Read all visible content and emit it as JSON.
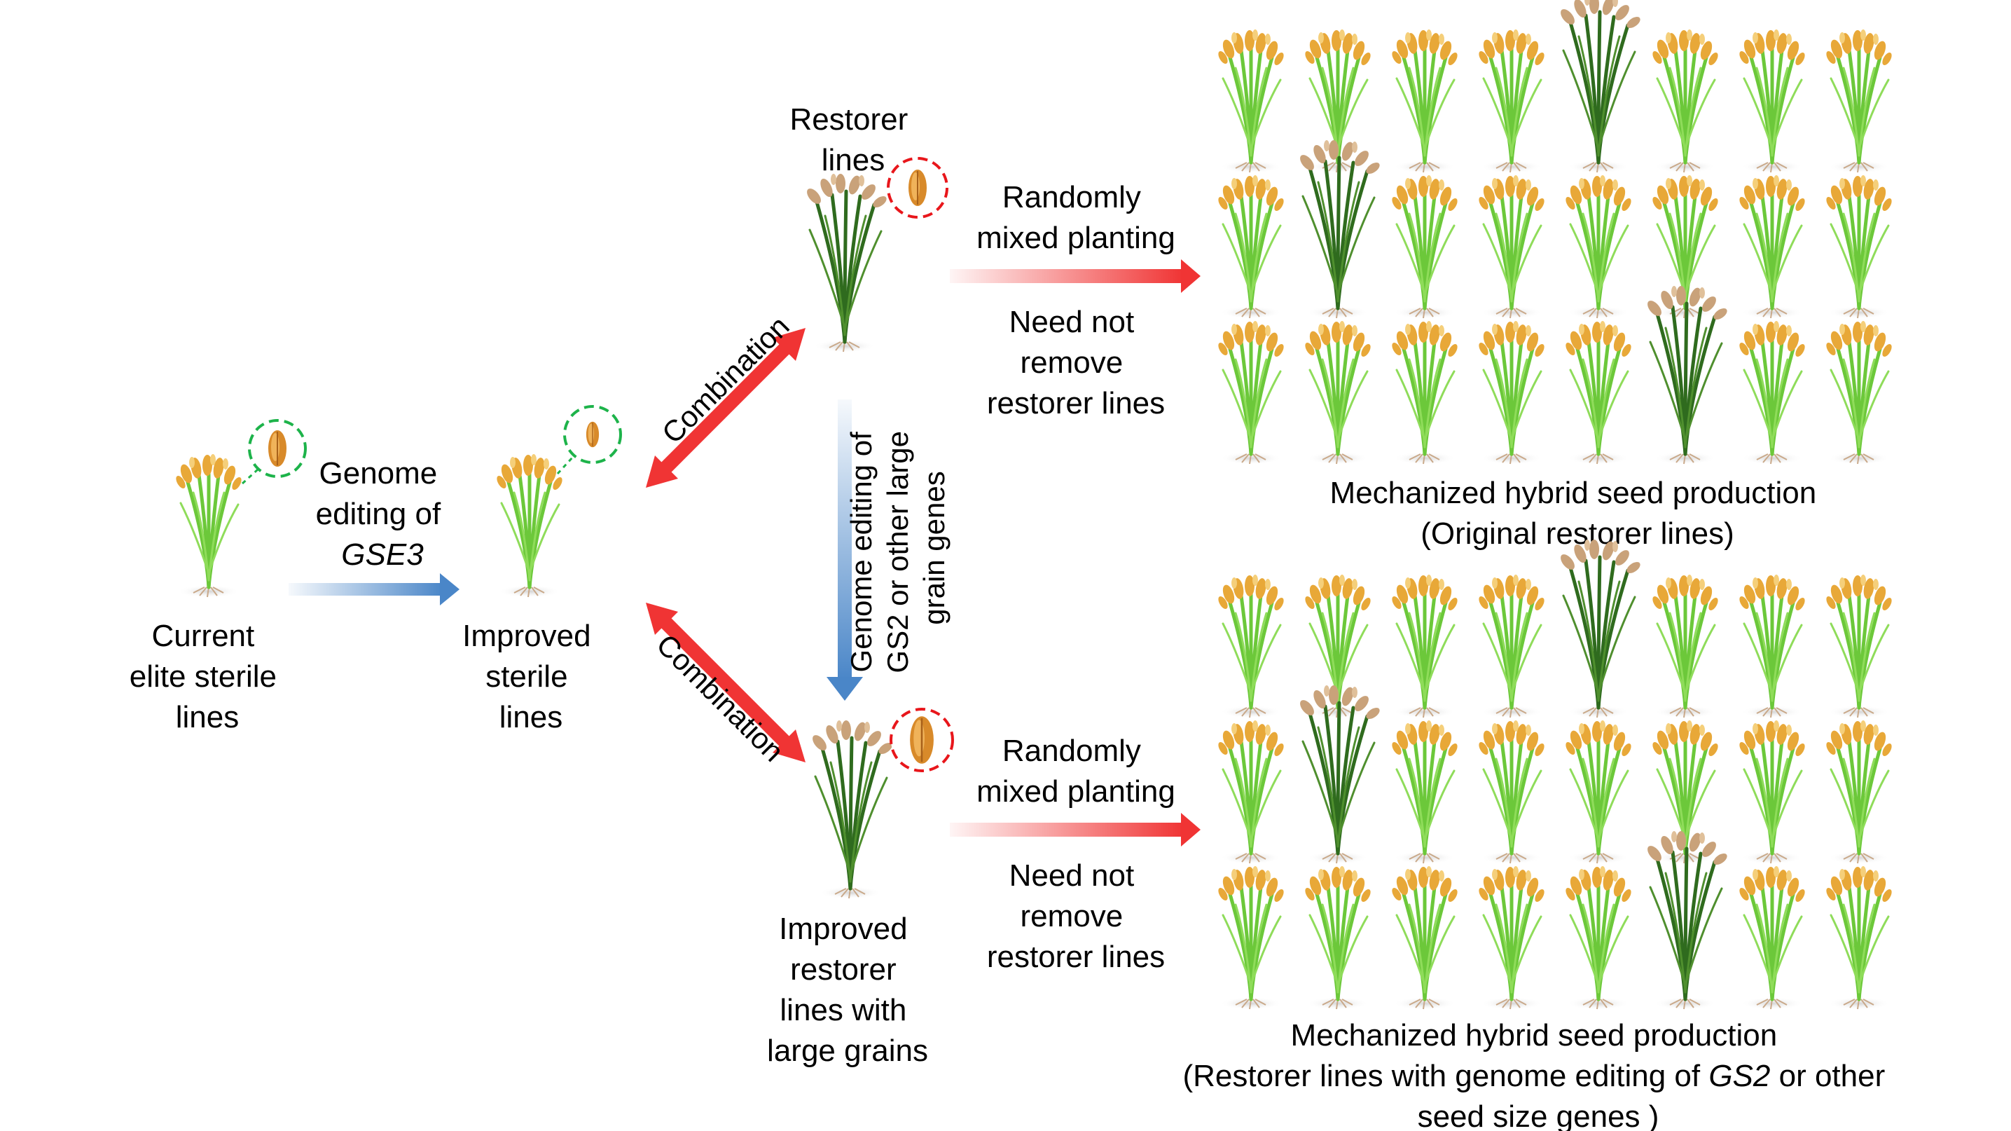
{
  "labels": {
    "current_sterile": [
      "Current",
      "elite sterile",
      "lines"
    ],
    "genome_editing_gse3": [
      "Genome",
      "editing of",
      "GSE3"
    ],
    "improved_sterile": [
      "Improved",
      "sterile",
      "lines"
    ],
    "combination_upper": "Combination",
    "combination_lower": "Combination",
    "restorer_lines": [
      "Restorer",
      "lines"
    ],
    "vertical_editing": [
      "Genome editing of",
      "GS2 or other large",
      "grain genes"
    ],
    "improved_restorer": [
      "Improved",
      "restorer",
      "lines with",
      "large grains"
    ],
    "random_mixed_top": [
      "Randomly",
      "mixed planting"
    ],
    "need_not_remove_top": [
      "Need not",
      "remove",
      "restorer lines"
    ],
    "random_mixed_bottom": [
      "Randomly",
      "mixed planting"
    ],
    "need_not_remove_bottom": [
      "Need not",
      "remove",
      "restorer lines"
    ],
    "mech_top": [
      "Mechanized hybrid seed production",
      "(Original restorer lines)"
    ],
    "mech_bottom_1": "Mechanized hybrid seed production",
    "mech_bottom_2_pre": "(Restorer lines with genome editing of ",
    "mech_bottom_2_italic": "GS2",
    "mech_bottom_2_post": " or other",
    "mech_bottom_3": "seed size genes )"
  },
  "colors": {
    "blue_arrow": "#4a86c8",
    "red_arrow": "#f03434",
    "green_circle": "#1db34a",
    "red_circle": "#e8161b",
    "light_plant": "#6cc83a",
    "dark_plant": "#2f6b1e",
    "panicle": "#e8a838",
    "seed": "#d88a2a"
  },
  "fields": {
    "top": {
      "rows": 3,
      "cols": 8,
      "restorer_positions": [
        [
          0,
          4
        ],
        [
          1,
          1
        ],
        [
          2,
          5
        ]
      ]
    },
    "bottom": {
      "rows": 3,
      "cols": 8,
      "restorer_positions": [
        [
          0,
          4
        ],
        [
          1,
          1
        ],
        [
          2,
          5
        ]
      ]
    }
  }
}
